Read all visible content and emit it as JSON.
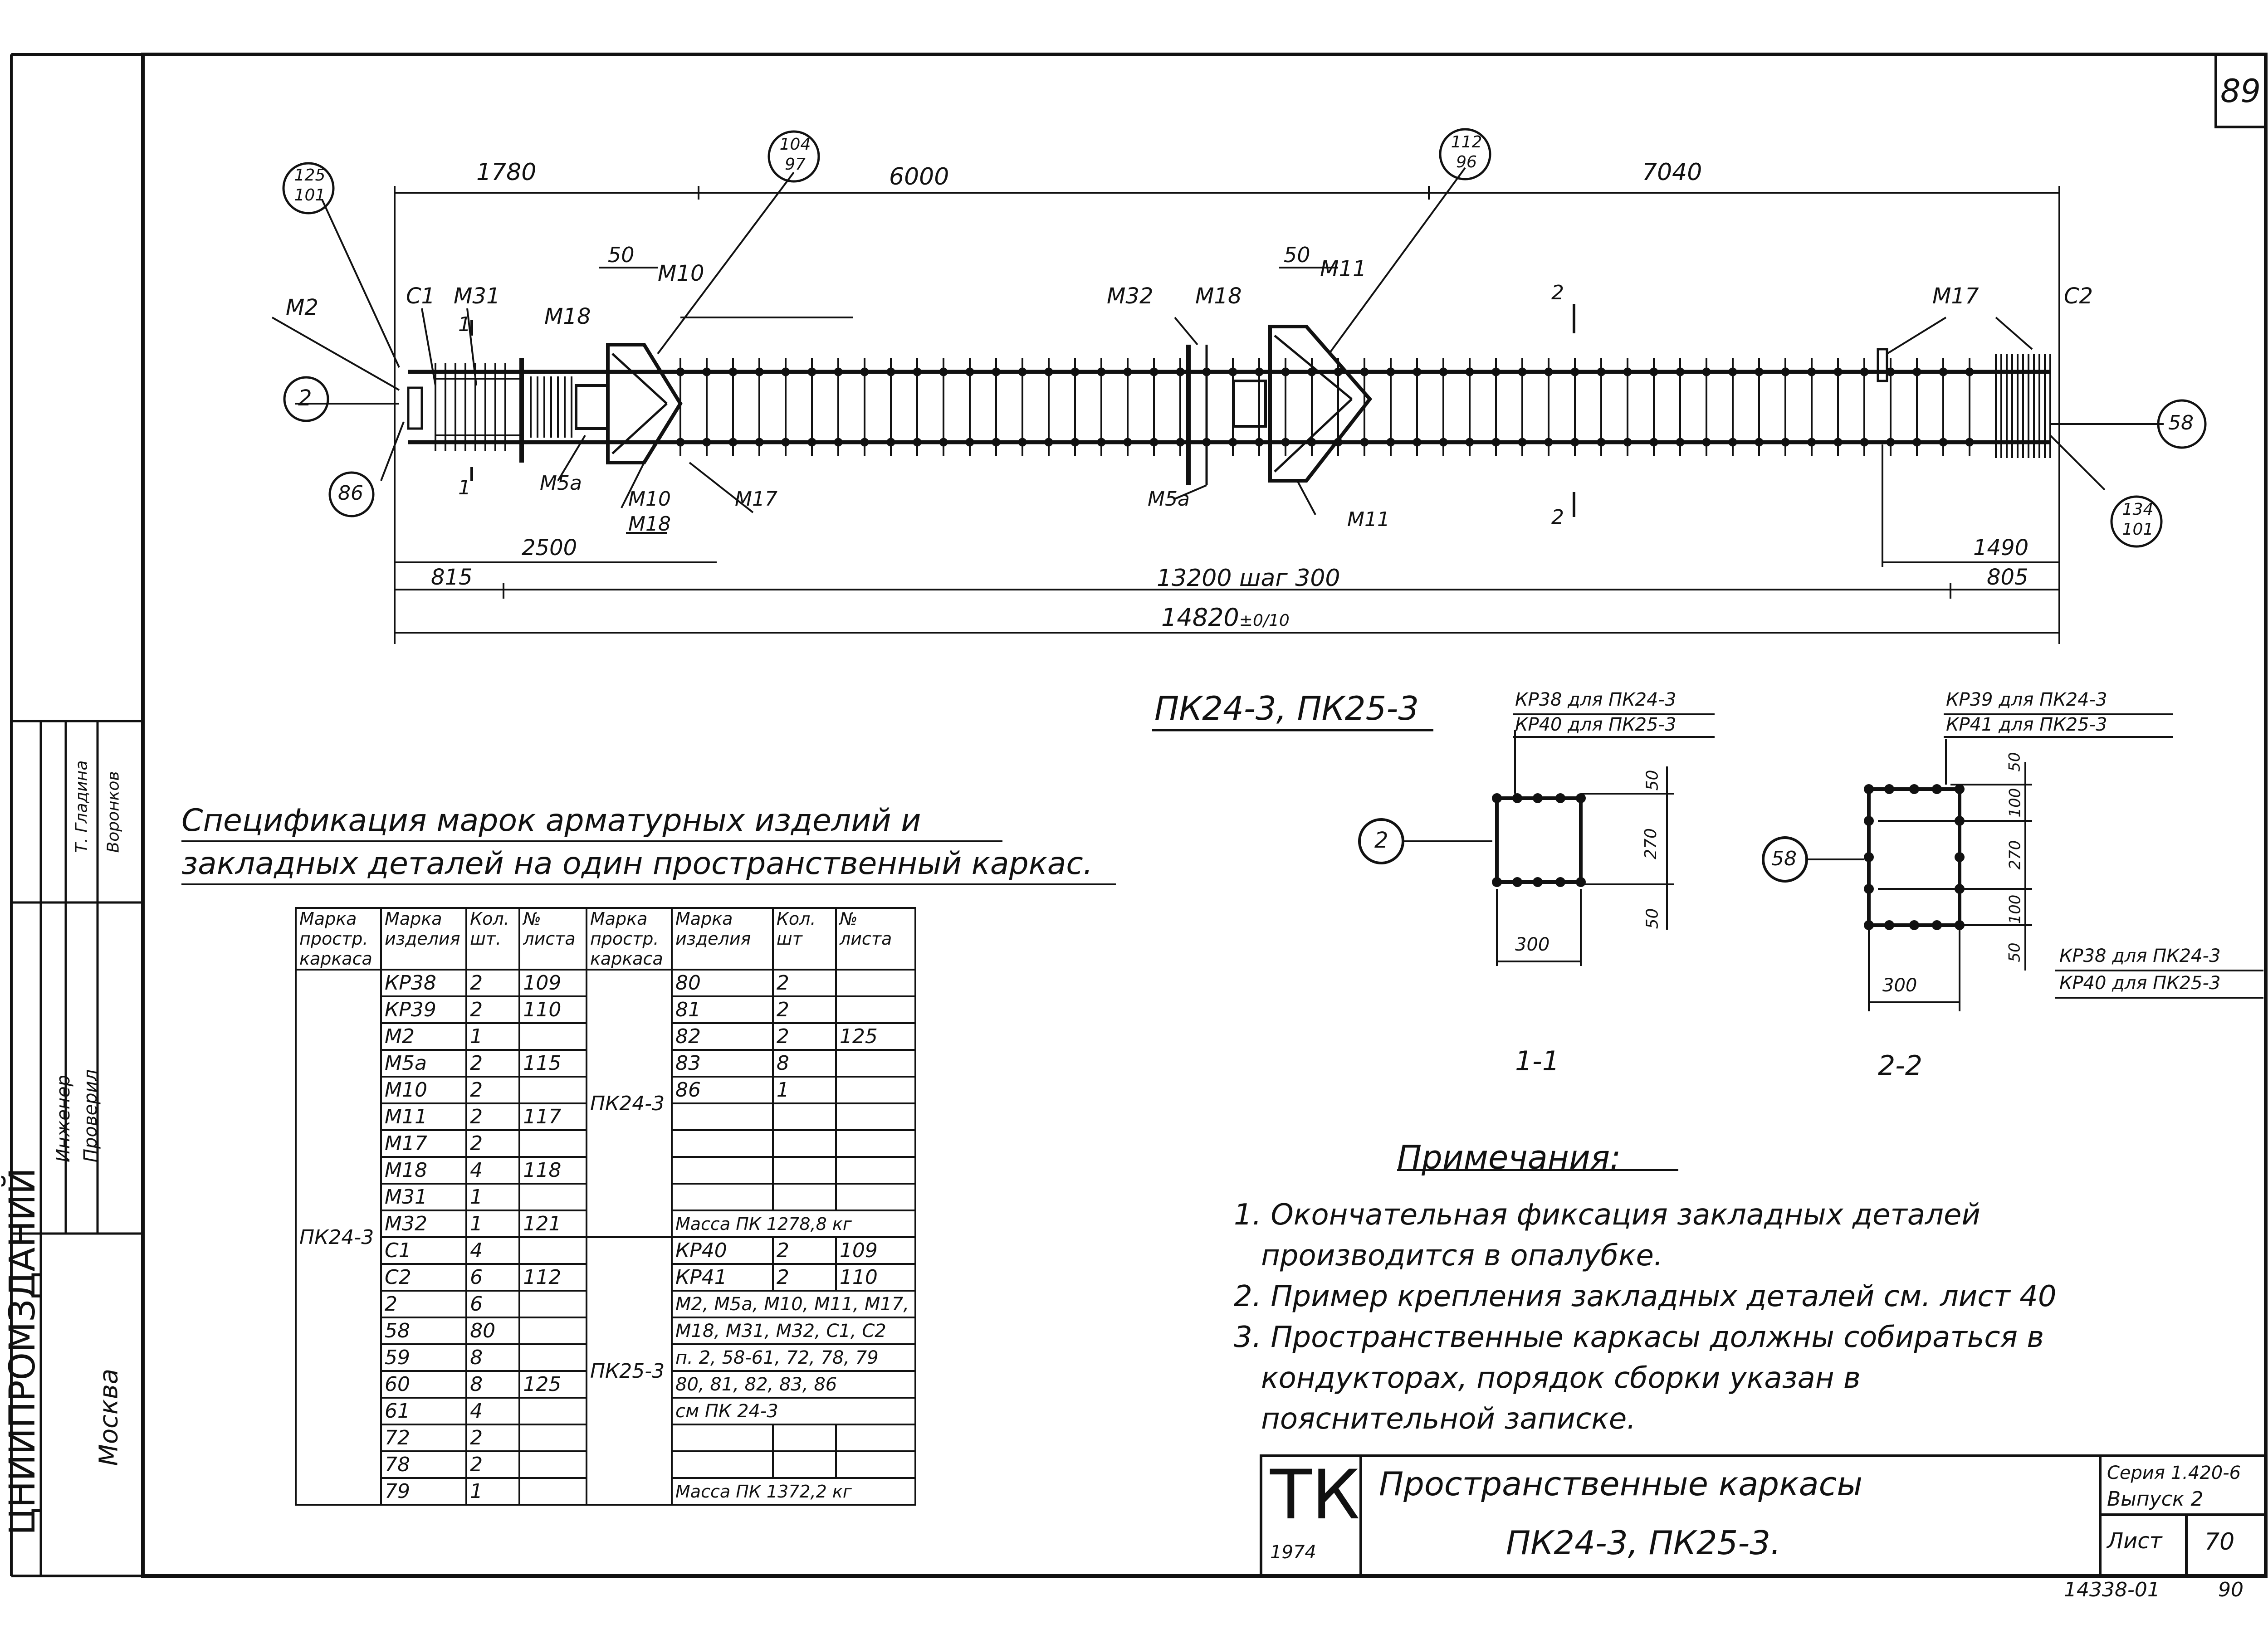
{
  "sheet": {
    "corner_number": "89",
    "bottom_code": "14338-01",
    "bottom_page": "90"
  },
  "main_view": {
    "dim_top": [
      "1780",
      "6000",
      "7040"
    ],
    "dim_bottom_pitch": "13200 шаг 300",
    "dim_total": "14820",
    "dim_tol": "±0/10",
    "dim_bottom": [
      "815",
      "805"
    ],
    "dim_2500": "2500",
    "dim_1490": "1490",
    "dim_50": "50",
    "callouts": [
      {
        "top": "125",
        "bottom": "101"
      },
      {
        "top": "104",
        "bottom": "97"
      },
      {
        "top": "112",
        "bottom": "96"
      },
      {
        "top": "134",
        "bottom": "101"
      }
    ],
    "bars": [
      "2",
      "86",
      "58"
    ],
    "marks_top": [
      "M2",
      "C1",
      "M31",
      "M18",
      "M10",
      "M32",
      "M18",
      "M11",
      "M17",
      "C2"
    ],
    "marks_bottom": [
      "M5а",
      "M10",
      "M18",
      "M17",
      "M5а",
      "M11"
    ],
    "section_marks": [
      "1",
      "1",
      "2",
      "2"
    ]
  },
  "designation": "ПК24-3, ПК25-3",
  "sections": {
    "s1": {
      "label": "1-1",
      "kr_top1": "КР38 для ПК24-3",
      "kr_top2": "КР40 для ПК25-3",
      "bar": "2",
      "dims": [
        "50",
        "270",
        "50",
        "300"
      ]
    },
    "s2": {
      "label": "2-2",
      "kr_top1": "КР39 для ПК24-3",
      "kr_top2": "КР41 для ПК25-3",
      "kr_bot1": "КР38 для ПК24-3",
      "kr_bot2": "КР40 для ПК25-3",
      "bar": "58",
      "dims": [
        "50",
        "100",
        "270",
        "100",
        "50",
        "300"
      ]
    }
  },
  "spec": {
    "title_line1": "Спецификация марок арматурных изделий и",
    "title_line2": "закладных деталей на один пространственный каркас.",
    "headers": [
      "Марка простр. каркаса",
      "Марка изделия",
      "Кол. шт.",
      "№ листа",
      "Марка простр. каркаса",
      "Марка изделия",
      "Кол. шт",
      "№ листа"
    ],
    "left_group": "ПК24-3",
    "left_rows": [
      [
        "КР38",
        "2",
        "109"
      ],
      [
        "КР39",
        "2",
        "110"
      ],
      [
        "М2",
        "1",
        ""
      ],
      [
        "М5а",
        "2",
        "115"
      ],
      [
        "М10",
        "2",
        ""
      ],
      [
        "М11",
        "2",
        "117"
      ],
      [
        "М17",
        "2",
        ""
      ],
      [
        "М18",
        "4",
        "118"
      ],
      [
        "М31",
        "1",
        ""
      ],
      [
        "М32",
        "1",
        "121"
      ],
      [
        "С1",
        "4",
        ""
      ],
      [
        "С2",
        "6",
        "112"
      ],
      [
        "2",
        "6",
        ""
      ],
      [
        "58",
        "80",
        ""
      ],
      [
        "59",
        "8",
        ""
      ],
      [
        "60",
        "8",
        "125"
      ],
      [
        "61",
        "4",
        ""
      ],
      [
        "72",
        "2",
        ""
      ],
      [
        "78",
        "2",
        ""
      ],
      [
        "79",
        "1",
        ""
      ]
    ],
    "right_group1": "ПК24-3",
    "right_rows1": [
      [
        "80",
        "2",
        ""
      ],
      [
        "81",
        "2",
        ""
      ],
      [
        "82",
        "2",
        "125"
      ],
      [
        "83",
        "8",
        ""
      ],
      [
        "86",
        "1",
        ""
      ]
    ],
    "mass1": "Масса ПК 1278,8 кг",
    "right_group2": "ПК25-3",
    "right_rows2": [
      [
        "КР40",
        "2",
        "109"
      ],
      [
        "КР41",
        "2",
        "110"
      ]
    ],
    "right_text2": [
      "М2, М5а, М10, М11, М17,",
      "М18, М31, М32, С1, С2",
      "п. 2, 58-61, 72, 78, 79",
      "80, 81, 82, 83, 86",
      "см ПК 24-3"
    ],
    "mass2": "Масса ПК 1372,2 кг"
  },
  "notes": {
    "title": "Примечания:",
    "lines": [
      "1. Окончательная фиксация закладных деталей",
      "производится в опалубке.",
      "2. Пример крепления закладных деталей см. лист 40",
      "3. Пространственные каркасы должны собираться в",
      "кондукторах, порядок сборки указан в",
      "пояснительной записке."
    ]
  },
  "title_block": {
    "logo": "ТК",
    "year": "1974",
    "title1": "Пространственные каркасы",
    "title2": "ПК24-3, ПК25-3.",
    "series": "Серия 1.420-6",
    "issue": "Выпуск 2",
    "sheet_label": "Лист",
    "sheet_no": "70"
  },
  "side_stamp": {
    "org": "ЦНИИПРОМЗДАНИЙ",
    "city": "Москва",
    "role1": "Инженер",
    "role2": "Проверил",
    "name1": "Т. Гладина",
    "name2": "Воронков"
  }
}
